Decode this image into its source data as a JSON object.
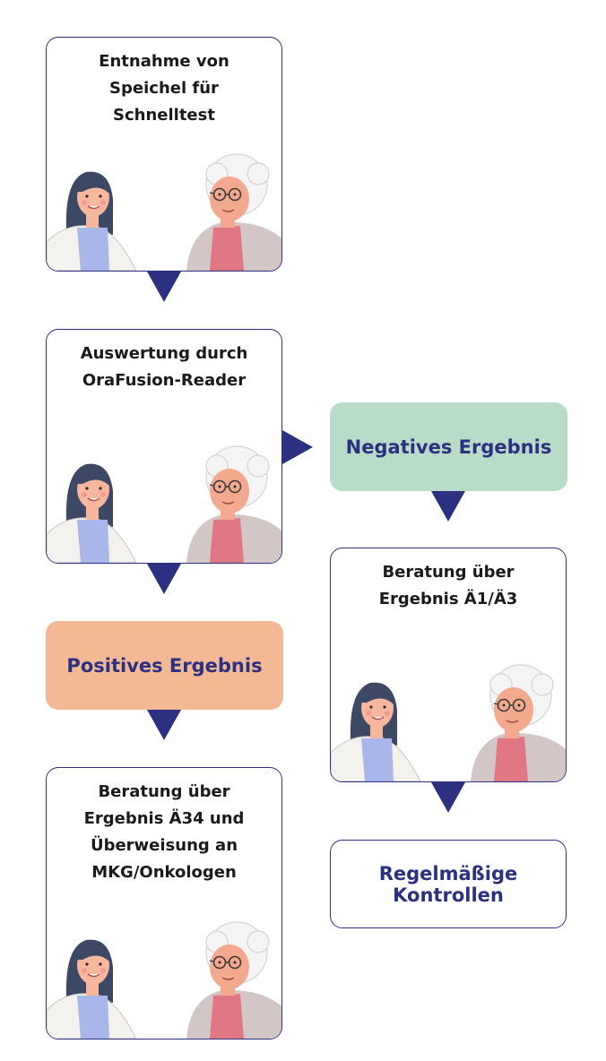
{
  "colors": {
    "accent": "#2b3180",
    "negative_fill": "#b9dcc8",
    "positive_fill": "#f2b994",
    "doctor_hair": "#3d4864",
    "doctor_shirt": "#a9b6ea",
    "patient_shirt": "#e17782",
    "patient_coat": "#d2c7c6"
  },
  "steps": {
    "saliva": {
      "text": "Entnahme von\nSpeichel für\nSchnelltest"
    },
    "reader": {
      "text": "Auswertung durch\nOraFusion-Reader"
    },
    "negative": {
      "text": "Negatives Ergebnis"
    },
    "positive": {
      "text": "Positives Ergebnis"
    },
    "advice_negative": {
      "text": "Beratung über\nErgebnis Ä1/Ä3"
    },
    "advice_positive": {
      "text": "Beratung über\nErgebnis Ä34 und\nÜberweisung an\nMKG/Onkologen"
    },
    "controls": {
      "text": "Regelmäßige\nKontrollen"
    }
  },
  "illustration": {
    "figures": [
      "doctor-figure",
      "patient-figure"
    ],
    "icons": [
      "glasses-icon"
    ]
  }
}
